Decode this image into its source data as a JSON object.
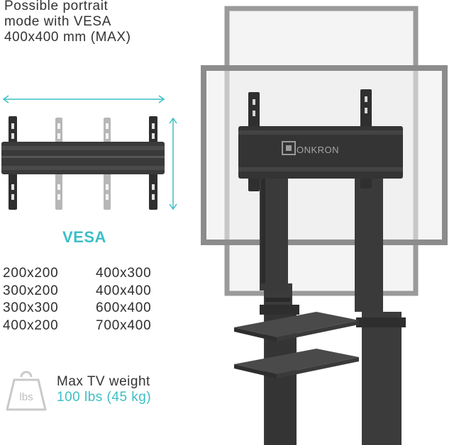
{
  "headline": {
    "lines": [
      "Possible portrait",
      "mode with VESA",
      "400x400 mm (MAX)"
    ]
  },
  "vesa": {
    "title": "VESA",
    "sizes_left": [
      "200x200",
      "300x200",
      "300x300",
      "400x200"
    ],
    "sizes_right": [
      "400x300",
      "400x400",
      "600x400",
      "700x400"
    ]
  },
  "weight": {
    "icon_text": "lbs",
    "label": "Max TV weight",
    "value": "100 lbs (45 kg)"
  },
  "brand": {
    "logo_text": "ONKRON"
  },
  "colors": {
    "accent": "#3cbfc4",
    "text": "#2e2e2e",
    "frame": "#9a9a9a",
    "hardware": "#3a3a3a"
  },
  "icons": [
    "double-arrow-horizontal-icon",
    "double-arrow-vertical-icon",
    "weight-icon"
  ]
}
